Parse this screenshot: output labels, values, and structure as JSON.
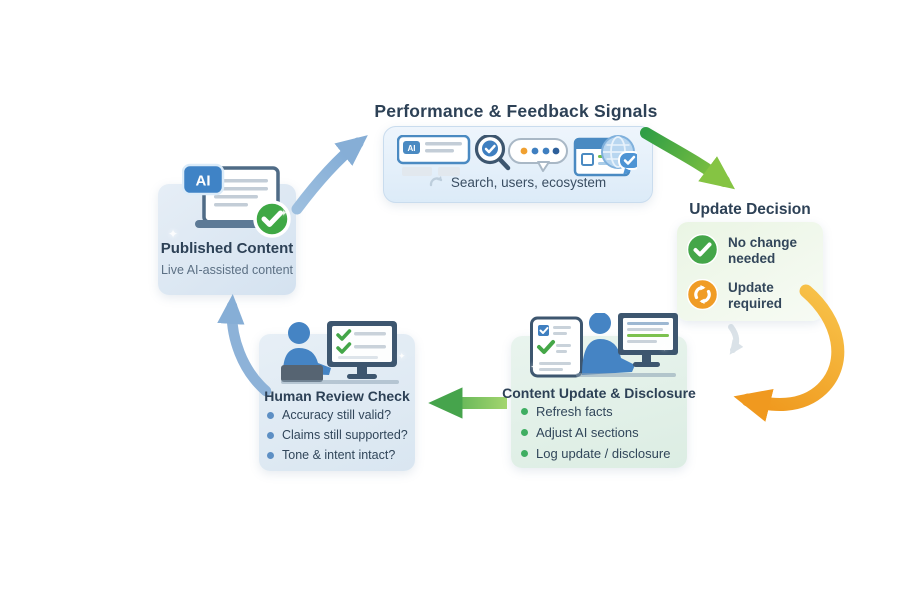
{
  "diagram": {
    "published": {
      "badge": "AI",
      "title": "Published Content",
      "subtitle": "Live AI-assisted content"
    },
    "signals": {
      "title": "Performance & Feedback Signals",
      "chip": "AI",
      "caption": "Search, users, ecosystem"
    },
    "decision": {
      "title": "Update Decision",
      "options": [
        {
          "icon": "check-circle",
          "label": "No change needed"
        },
        {
          "icon": "refresh-circle",
          "label": "Update required"
        }
      ]
    },
    "update": {
      "title": "Content Update & Disclosure",
      "bullets": [
        "Refresh facts",
        "Adjust AI sections",
        "Log update / disclosure"
      ]
    },
    "review": {
      "title": "Human Review Check",
      "bullets": [
        "Accuracy still valid?",
        "Claims still supported?",
        "Tone & intent intact?"
      ]
    }
  },
  "colors": {
    "arrow_blue": "#86aed6",
    "arrow_green_start": "#2f9e45",
    "arrow_green_end": "#8dc63f",
    "arrow_orange": "#f2a024",
    "check_green": "#3fa845",
    "refresh_orange": "#f09c25",
    "badge_blue": "#3f7fc0",
    "title_text": "#2d4156",
    "bullet_green": "#3fae62",
    "bullet_blue": "#5d8fc4"
  }
}
